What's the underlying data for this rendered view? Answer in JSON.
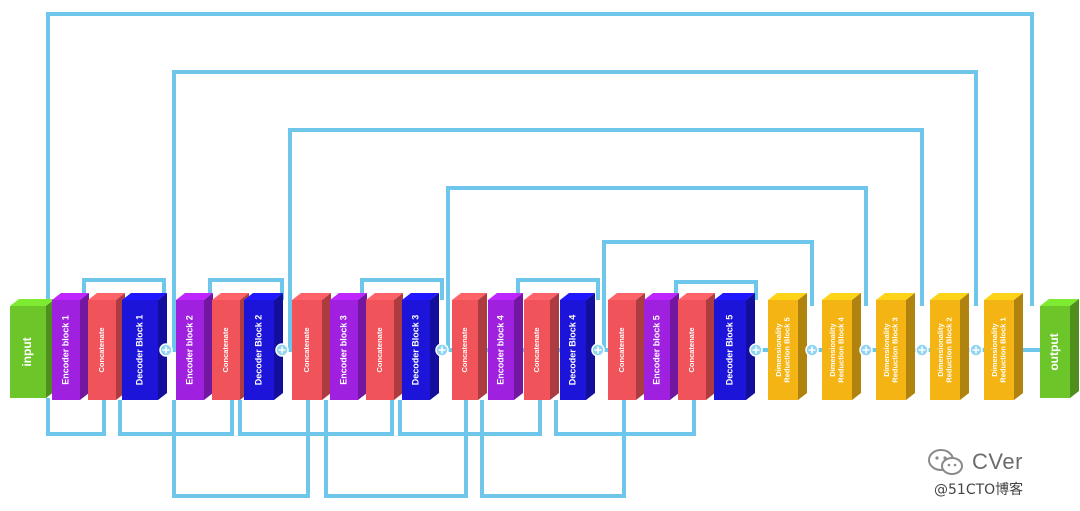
{
  "colors": {
    "connection": "#6ec6ea",
    "io": "#6cc62a",
    "encoder": "#a020e0",
    "concat": "#f0545a",
    "decoder": "#1c14d8",
    "reduction": "#f4b414",
    "plus_node": "#8fd4f2"
  },
  "blocks": [
    {
      "id": "input",
      "label": "input",
      "kind": "io"
    },
    {
      "id": "enc1",
      "label": "Encoder block 1",
      "kind": "encoder"
    },
    {
      "id": "cat1",
      "label": "Concatenate",
      "kind": "concat"
    },
    {
      "id": "dec1",
      "label": "Decoder Block 1",
      "kind": "decoder"
    },
    {
      "id": "enc2",
      "label": "Encoder block 2",
      "kind": "encoder"
    },
    {
      "id": "cat2",
      "label": "Concatenate",
      "kind": "concat"
    },
    {
      "id": "dec2",
      "label": "Decoder Block 2",
      "kind": "decoder"
    },
    {
      "id": "cat3",
      "label": "Concatenate",
      "kind": "concat"
    },
    {
      "id": "enc3",
      "label": "Encoder block 3",
      "kind": "encoder"
    },
    {
      "id": "cat4",
      "label": "Concatenate",
      "kind": "concat"
    },
    {
      "id": "dec3",
      "label": "Decoder Block 3",
      "kind": "decoder"
    },
    {
      "id": "cat5",
      "label": "Concatenate",
      "kind": "concat"
    },
    {
      "id": "enc4",
      "label": "Encoder block 4",
      "kind": "encoder"
    },
    {
      "id": "cat6",
      "label": "Concatenate",
      "kind": "concat"
    },
    {
      "id": "dec4",
      "label": "Decoder Block 4",
      "kind": "decoder"
    },
    {
      "id": "cat7",
      "label": "Concatenate",
      "kind": "concat"
    },
    {
      "id": "enc5",
      "label": "Encoder block 5",
      "kind": "encoder"
    },
    {
      "id": "cat8",
      "label": "Concatenate",
      "kind": "concat"
    },
    {
      "id": "dec5",
      "label": "Decoder Block 5",
      "kind": "decoder"
    },
    {
      "id": "red5",
      "label": "Dimensionality Reduction Block 5",
      "kind": "reduction"
    },
    {
      "id": "red4",
      "label": "Dimensionality Reduction Block 4",
      "kind": "reduction"
    },
    {
      "id": "red3",
      "label": "Dimensionality Reduction Block 3",
      "kind": "reduction"
    },
    {
      "id": "red2",
      "label": "Dimensionality Reduction Block 2",
      "kind": "reduction"
    },
    {
      "id": "red1",
      "label": "Dimensionality Reduction Block 1",
      "kind": "reduction"
    },
    {
      "id": "output",
      "label": "output",
      "kind": "io"
    }
  ],
  "watermark": {
    "brand": "CVer",
    "site": "@51CTO博客"
  }
}
